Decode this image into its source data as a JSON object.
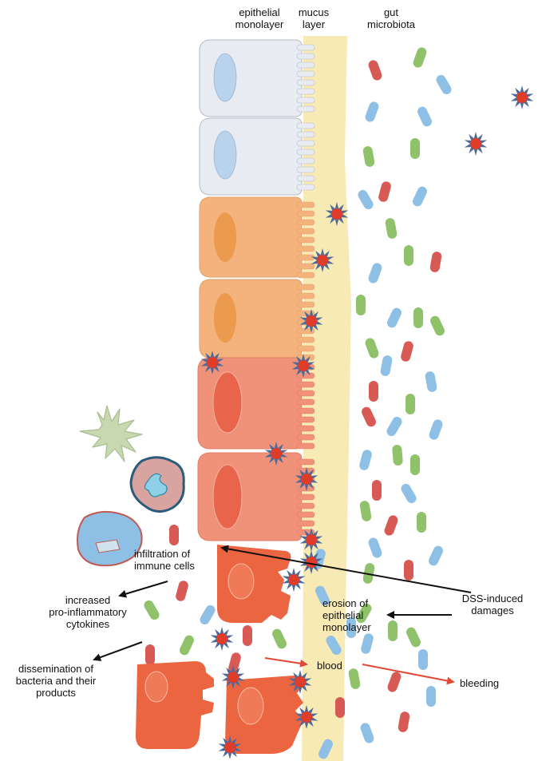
{
  "labels": {
    "epithelial": "epithelial\nmonolayer",
    "mucus": "mucus\nlayer",
    "microbiota": "gut\nmicrobiota",
    "infiltration": "infiltration of\nimmune cells",
    "cytokines": "increased\npro-inflammatory\ncytokines",
    "dissemination": "dissemination of\nbacteria and their\nproducts",
    "erosion": "erosion of\nepithelial\nmonolayer",
    "dss": "DSS-induced\ndamages",
    "blood": "blood",
    "bleeding": "bleeding"
  },
  "colors": {
    "healthy_cell": "#e8ebf2",
    "healthy_nucleus": "#b9d3ec",
    "early_damage_cell": "#f4b27c",
    "early_damage_nucleus": "#eb9a4e",
    "inflamed_cell": "#f0917a",
    "inflamed_nucleus": "#e8654c",
    "eroded_cell": "#ec6541",
    "mucus": "#f7eab4",
    "dss_particle": "#e03c2a",
    "dss_star": "#4d6a9c",
    "bacteria_red": "#d85a55",
    "bacteria_green": "#8fc26b",
    "bacteria_blue": "#8ec0e6",
    "blood_arrow": "#e04a34",
    "macrophage": "#c8d8b0"
  }
}
